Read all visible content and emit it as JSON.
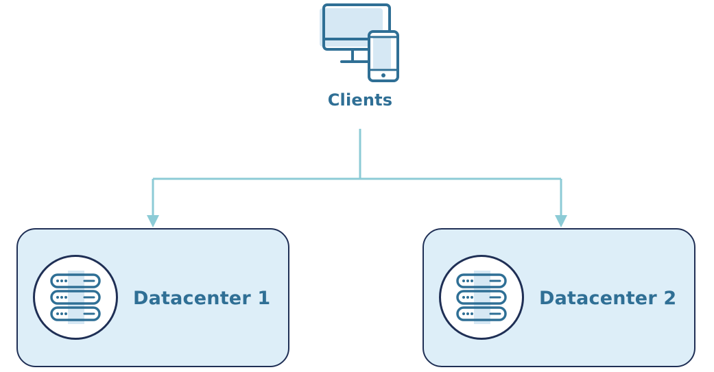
{
  "clients": {
    "label": "Clients",
    "icon": "monitor-and-phone-icon"
  },
  "datacenters": [
    {
      "label": "Datacenter 1",
      "icon": "server-rack-icon"
    },
    {
      "label": "Datacenter 2",
      "icon": "server-rack-icon"
    }
  ],
  "colors": {
    "text": "#2f6f95",
    "connector": "#8ccbd6",
    "card_fill": "#ddeef8",
    "card_border": "#1f2f55",
    "icon_stroke": "#2f6f95",
    "icon_fill": "#d6e8f4"
  }
}
